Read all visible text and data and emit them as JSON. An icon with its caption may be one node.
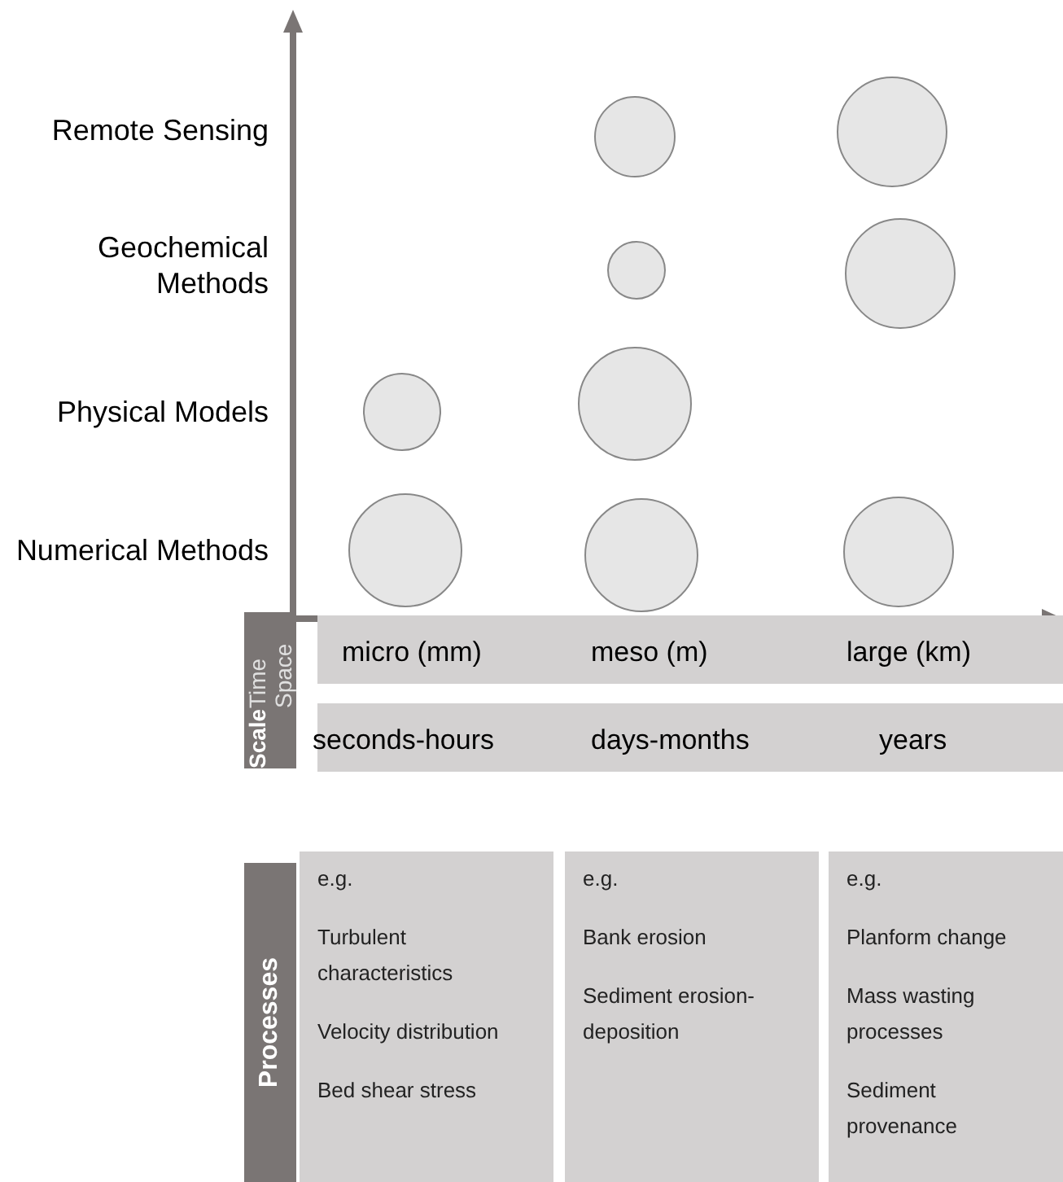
{
  "diagram": {
    "nodes": [
      {
        "text": [
          "Scale",
          "Time Space"
        ]
      },
      {
        "text": [
          "micro (mm)",
          "meso (m)",
          "large (km)"
        ]
      },
      {
        "text": [
          "seconds-hours",
          "days-months",
          "years"
        ]
      },
      {
        "text": [
          "Processes"
        ]
      },
      {
        "text": [
          "e.g.",
          "Turbulent characteristics",
          "Velocity distribution",
          "Bed shear stress"
        ]
      },
      {
        "text": [
          "e.g.",
          "Bank erosion",
          "Sediment erosion-deposition"
        ]
      },
      {
        "text": [
          "e.g.",
          "Planform change",
          "Mass wasting processes",
          "Sediment provenance"
        ]
      },
      {
        "text": [],
        "shape": "circle"
      },
      {
        "text": [],
        "shape": "circle"
      },
      {
        "text": [],
        "shape": "circle"
      },
      {
        "text": [],
        "shape": "circle"
      },
      {
        "text": [],
        "shape": "circle"
      },
      {
        "text": [],
        "shape": "circle"
      },
      {
        "text": [],
        "shape": "circle"
      },
      {
        "text": [],
        "shape": "circle"
      },
      {
        "text": [],
        "shape": "circle"
      }
    ],
    "labels": [
      "Remote Sensing",
      "Geochemical Methods",
      "Physical Models",
      "Numerical Methods"
    ]
  }
}
